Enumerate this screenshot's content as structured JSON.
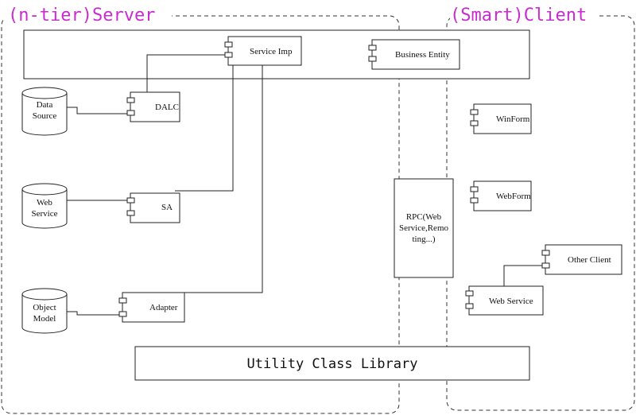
{
  "regions": {
    "server_title": "(n-tier)Server",
    "client_title": "(Smart)Client"
  },
  "components": {
    "service_imp": "Service Imp",
    "business_entity": "Business Entity",
    "dalc": "DALC",
    "sa": "SA",
    "adapter": "Adapter",
    "winform": "WinForm",
    "webform": "WebForm",
    "other_client": "Other Client",
    "client_web_service": "Web Service"
  },
  "data_sources": {
    "data_source": [
      "Data",
      "Source"
    ],
    "web_service": [
      "Web",
      "Service"
    ],
    "object_model": [
      "Object",
      "Model"
    ]
  },
  "rpc": [
    "RPC(Web",
    "Service,Remo",
    "ting...)"
  ],
  "utility": "Utility Class Library",
  "colors": {
    "title": "#c82ccf",
    "stroke": "#222222",
    "background": "#ffffff"
  }
}
